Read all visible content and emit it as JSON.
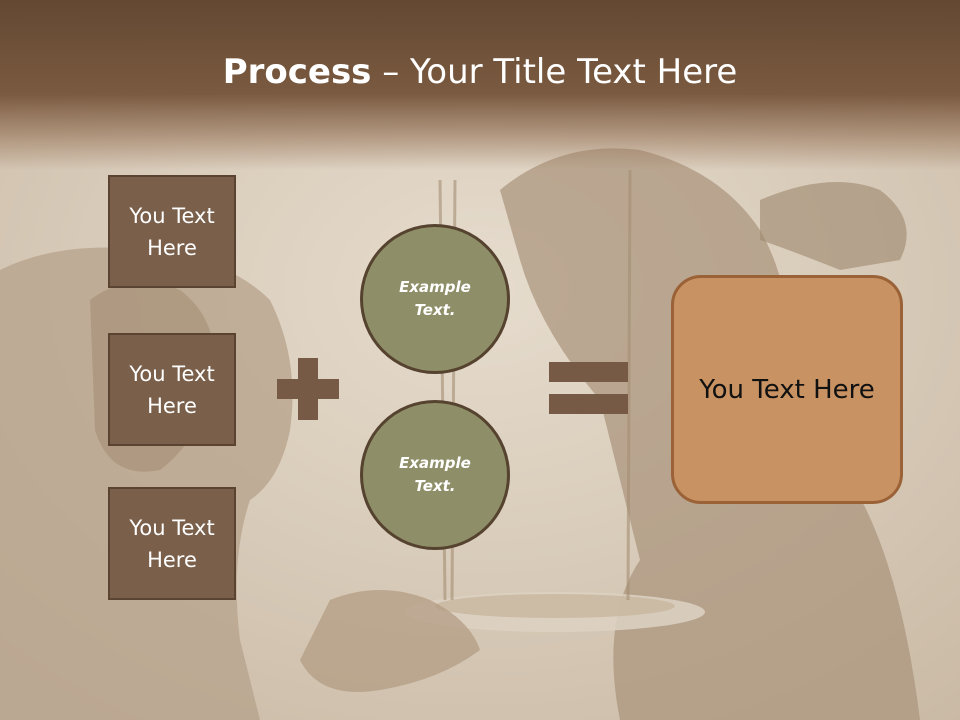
{
  "title": {
    "bold": "Process",
    "rest": " – Your Title Text Here"
  },
  "left_boxes": [
    {
      "text": "You Text Here"
    },
    {
      "text": "You Text Here"
    },
    {
      "text": "You Text Here"
    }
  ],
  "circles": [
    {
      "text": "Example Text."
    },
    {
      "text": "Example Text."
    }
  ],
  "result": {
    "text": "You Text Here"
  },
  "colors": {
    "title_band": "#6e5038",
    "box_fill": "#7a5f4a",
    "circle_fill": "#8e8e68",
    "operator": "#765a45",
    "result_fill": "#c99262",
    "result_border": "#9a6236"
  }
}
